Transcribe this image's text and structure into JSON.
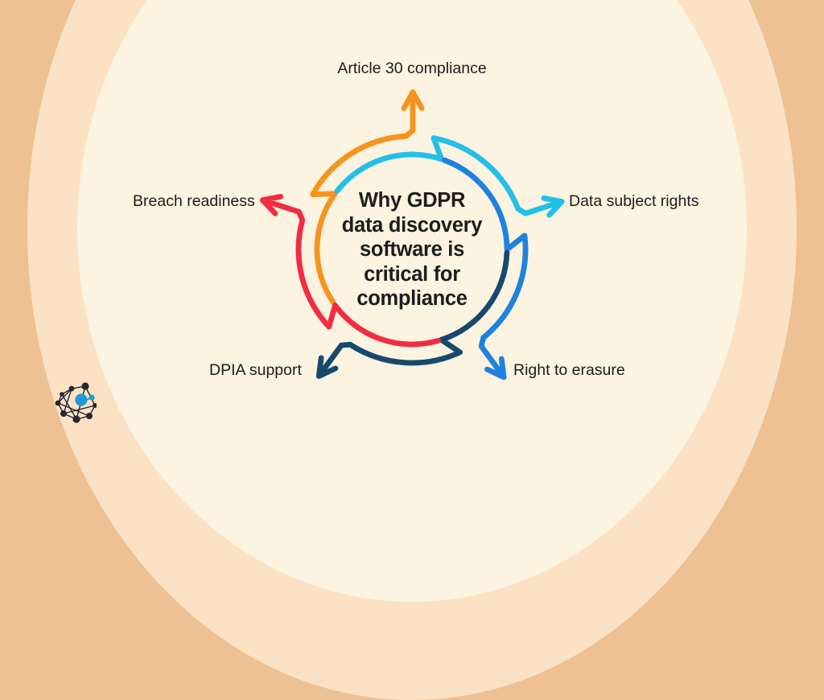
{
  "title": {
    "text": "Why GDPR\ndata discovery\nsoftware is\ncritical for\ncompliance"
  },
  "spokes": [
    {
      "id": "article-30-compliance",
      "text": "Article 30 compliance",
      "color": "#f7941d",
      "direction": "up"
    },
    {
      "id": "data-subject-rights",
      "text": "Data subject rights",
      "color": "#22c0e8",
      "direction": "right"
    },
    {
      "id": "right-to-erasure",
      "text": "Right to erasure",
      "color": "#1e82de",
      "direction": "down-right"
    },
    {
      "id": "dpia-support",
      "text": "DPIA support",
      "color": "#17496e",
      "direction": "down-left"
    },
    {
      "id": "breach-readiness",
      "text": "Breach readiness",
      "color": "#f22c43",
      "direction": "up-left"
    }
  ],
  "colors": {
    "bg_outer": "#edc194",
    "bg_mid": "#fce2c4",
    "bg_inner": "#fcf3e1",
    "text": "#1d1d1d",
    "logo_dark": "#272730",
    "logo_blue": "#1b9cd8"
  },
  "logo": {
    "name": "network-nodes-logo"
  }
}
